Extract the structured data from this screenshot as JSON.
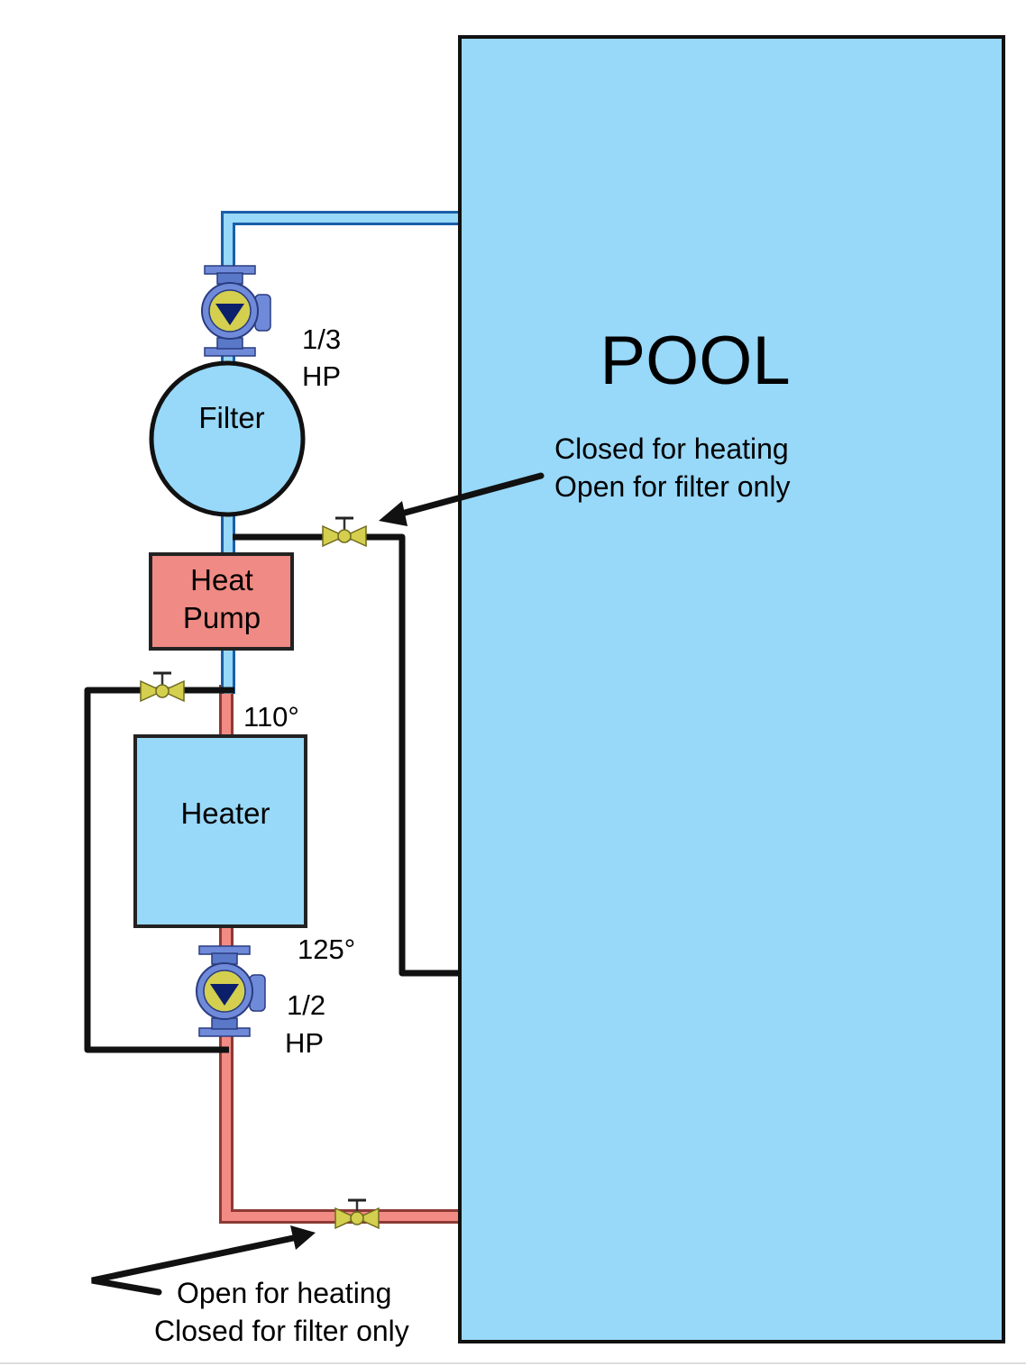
{
  "colors": {
    "water": "#98d8f8",
    "hot_pipe": "#f28b84",
    "heat_pump": "#f08a84",
    "bypass_line": "#111111",
    "valve": "#d4cf4e",
    "pump_body": "#6f8ad8"
  },
  "pool": {
    "label": "POOL"
  },
  "filter": {
    "label": "Filter"
  },
  "heat_pump": {
    "label_line1": "Heat",
    "label_line2": "Pump"
  },
  "heater": {
    "label": "Heater"
  },
  "pump_top": {
    "rating_line1": "1/3",
    "rating_line2": "HP"
  },
  "pump_bottom": {
    "rating_line1": "1/2",
    "rating_line2": "HP"
  },
  "temps": {
    "inlet": "110°",
    "outlet": "125°"
  },
  "annotations": {
    "top_line1": "Closed for heating",
    "top_line2": "Open for filter only",
    "bottom_line1": "Open for heating",
    "bottom_line2": "Closed for filter only"
  }
}
